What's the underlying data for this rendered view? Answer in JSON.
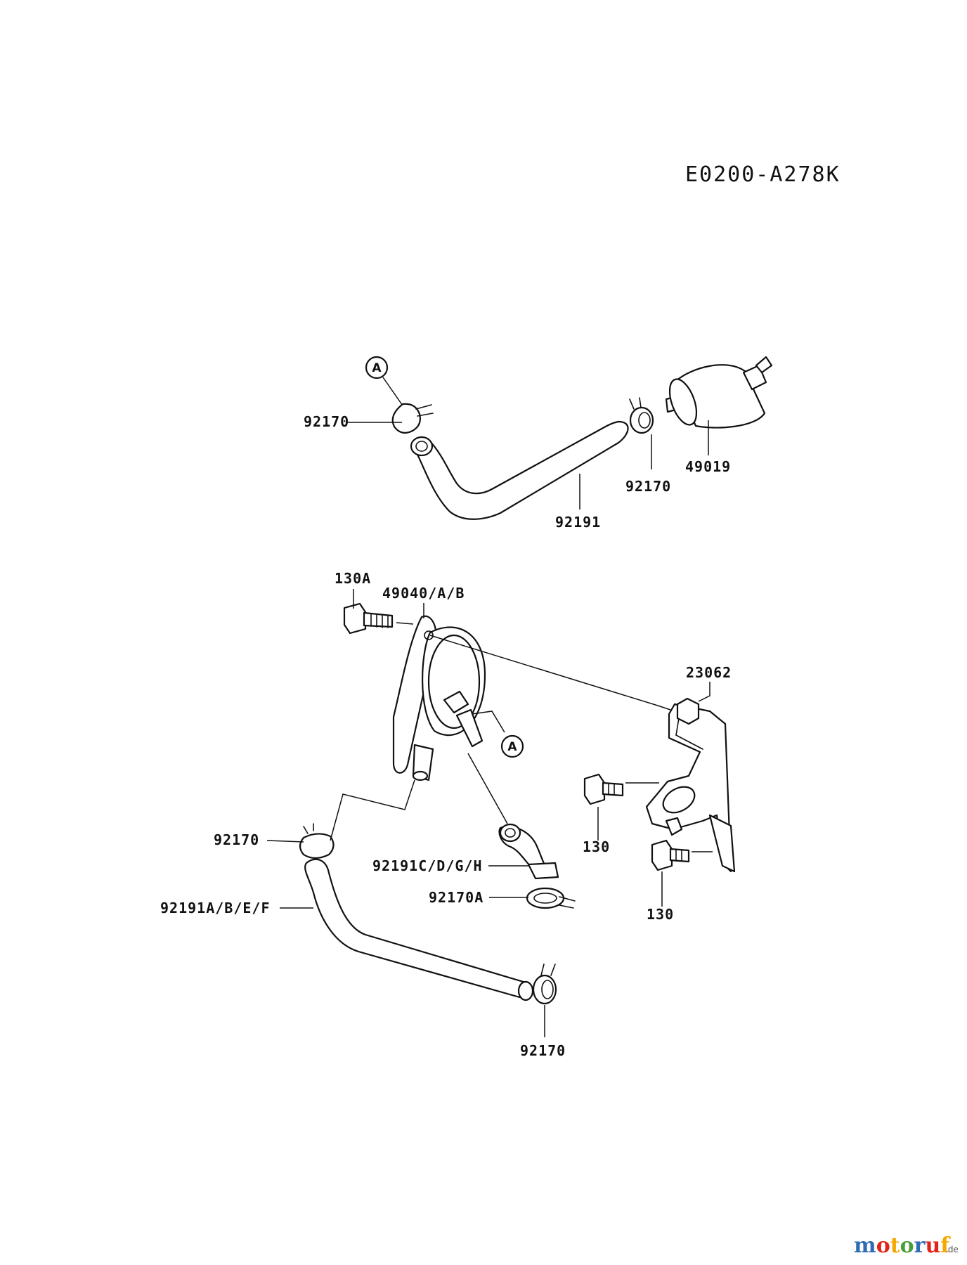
{
  "drawing_code": "E0200-A278K",
  "callouts": {
    "a_top": "A",
    "a_pump": "A"
  },
  "labels": {
    "clamp_top_left": "92170",
    "clamp_top_right": "92170",
    "fuel_filter": "49019",
    "hose_top": "92191",
    "bolt_pump": "130A",
    "fuel_pump": "49040/A/B",
    "bracket": "23062",
    "bolt_upper": "130",
    "bolt_lower": "130",
    "clamp_pump": "92170",
    "hose_elbow": "92191C/D/G/H",
    "clamp_elbow": "92170A",
    "hose_long": "92191A/B/E/F",
    "clamp_bottom": "92170"
  },
  "watermark": {
    "brand": "motoruf",
    "tld": ".de"
  },
  "colors": {
    "ink": "#111111",
    "logo_m": "#2e6db4",
    "logo_o1": "#e2231a",
    "logo_t": "#f5a800",
    "logo_o2": "#4a9e3c",
    "logo_r": "#2e6db4",
    "logo_u": "#e2231a",
    "logo_f": "#f5a800"
  }
}
